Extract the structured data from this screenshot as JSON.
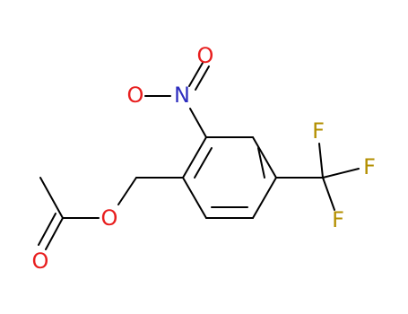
{
  "molecule": {
    "bond_color": "#000000",
    "atoms": {
      "nitro_o_top": {
        "symbol": "O",
        "color": "#e81e1e"
      },
      "nitro_o_left": {
        "symbol": "O",
        "color": "#e81e1e"
      },
      "nitro_n": {
        "symbol": "N",
        "color": "#2d2dbf"
      },
      "ester_o": {
        "symbol": "O",
        "color": "#e81e1e"
      },
      "carbonyl_o": {
        "symbol": "O",
        "color": "#e81e1e"
      },
      "fluorine_1": {
        "symbol": "F",
        "color": "#b38f00"
      },
      "fluorine_2": {
        "symbol": "F",
        "color": "#b38f00"
      },
      "fluorine_3": {
        "symbol": "F",
        "color": "#b38f00"
      }
    }
  }
}
